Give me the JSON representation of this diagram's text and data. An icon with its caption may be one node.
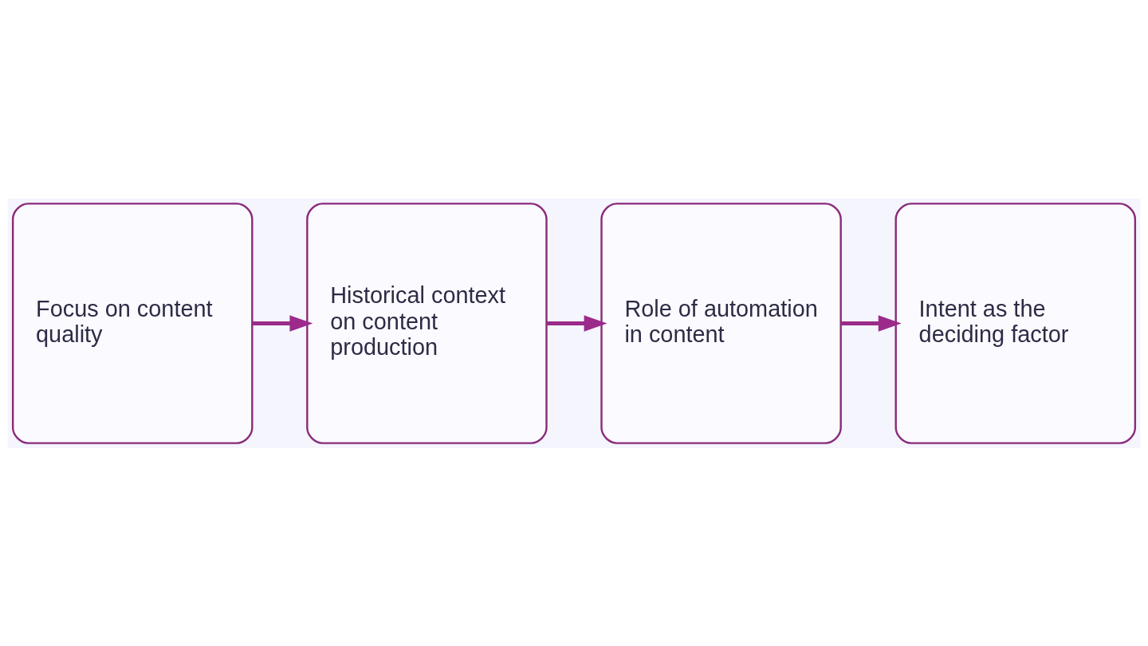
{
  "diagram": {
    "nodes": [
      {
        "text": [
          "Focus on content quality"
        ]
      },
      {
        "text": [
          "Historical context on content production"
        ]
      },
      {
        "text": [
          "Role of automation in content"
        ]
      },
      {
        "text": [
          "Intent as the deciding factor"
        ]
      }
    ],
    "edges": [
      {
        "from": 0,
        "to": 1,
        "arrow": "to"
      },
      {
        "from": 1,
        "to": 2,
        "arrow": "to"
      },
      {
        "from": 2,
        "to": 3,
        "arrow": "to"
      }
    ]
  }
}
